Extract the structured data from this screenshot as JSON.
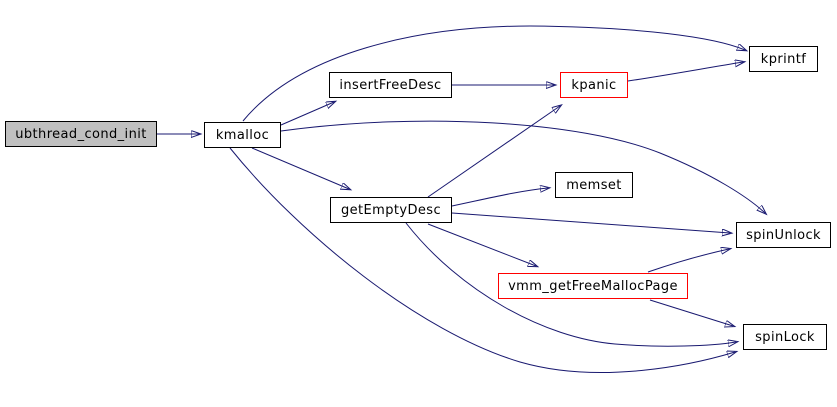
{
  "diagram": {
    "type": "call-graph",
    "background_color": "#ffffff",
    "edge_color": "#191970",
    "root_fill_color": "#c0c0c0",
    "node_border_color": "#000000",
    "highlight_border_color": "#ff0000",
    "nodes": [
      {
        "id": "ubthread_cond_init",
        "label": "ubthread_cond_init",
        "style": "root-gray"
      },
      {
        "id": "kmalloc",
        "label": "kmalloc",
        "style": "normal"
      },
      {
        "id": "insertFreeDesc",
        "label": "insertFreeDesc",
        "style": "normal"
      },
      {
        "id": "kpanic",
        "label": "kpanic",
        "style": "red-border"
      },
      {
        "id": "kprintf",
        "label": "kprintf",
        "style": "normal"
      },
      {
        "id": "getEmptyDesc",
        "label": "getEmptyDesc",
        "style": "normal"
      },
      {
        "id": "memset",
        "label": "memset",
        "style": "normal"
      },
      {
        "id": "spinUnlock",
        "label": "spinUnlock",
        "style": "normal"
      },
      {
        "id": "vmm_getFreeMallocPage",
        "label": "vmm_getFreeMallocPage",
        "style": "red-border"
      },
      {
        "id": "spinLock",
        "label": "spinLock",
        "style": "normal"
      }
    ],
    "edges": [
      {
        "from": "ubthread_cond_init",
        "to": "kmalloc"
      },
      {
        "from": "kmalloc",
        "to": "insertFreeDesc"
      },
      {
        "from": "kmalloc",
        "to": "kprintf"
      },
      {
        "from": "kmalloc",
        "to": "getEmptyDesc"
      },
      {
        "from": "kmalloc",
        "to": "spinUnlock"
      },
      {
        "from": "kmalloc",
        "to": "spinLock"
      },
      {
        "from": "insertFreeDesc",
        "to": "kpanic"
      },
      {
        "from": "kpanic",
        "to": "kprintf"
      },
      {
        "from": "getEmptyDesc",
        "to": "kpanic"
      },
      {
        "from": "getEmptyDesc",
        "to": "memset"
      },
      {
        "from": "getEmptyDesc",
        "to": "spinUnlock"
      },
      {
        "from": "getEmptyDesc",
        "to": "vmm_getFreeMallocPage"
      },
      {
        "from": "getEmptyDesc",
        "to": "spinLock"
      },
      {
        "from": "vmm_getFreeMallocPage",
        "to": "spinUnlock"
      },
      {
        "from": "vmm_getFreeMallocPage",
        "to": "spinLock"
      }
    ]
  }
}
